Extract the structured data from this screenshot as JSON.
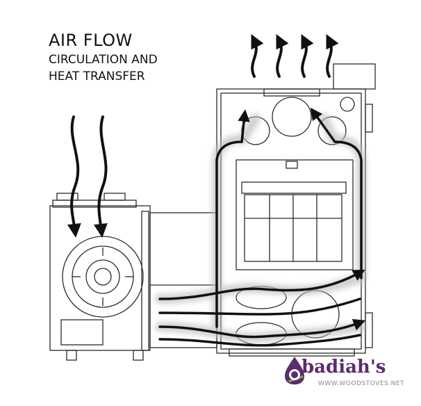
{
  "title": {
    "line1": "AIR FLOW",
    "line2": "CIRCULATION AND",
    "line3": "HEAT TRANSFER"
  },
  "logo": {
    "brand_letter": "O",
    "brand_rest": "badiah's",
    "url": "WWW.WOODSTOVES.NET",
    "color_primary": "#5a2d6e",
    "color_accent": "#7bb33a"
  },
  "colors": {
    "outline": "#2a2a2a",
    "arrow": "#111111",
    "glow": "#bdbdbd"
  }
}
